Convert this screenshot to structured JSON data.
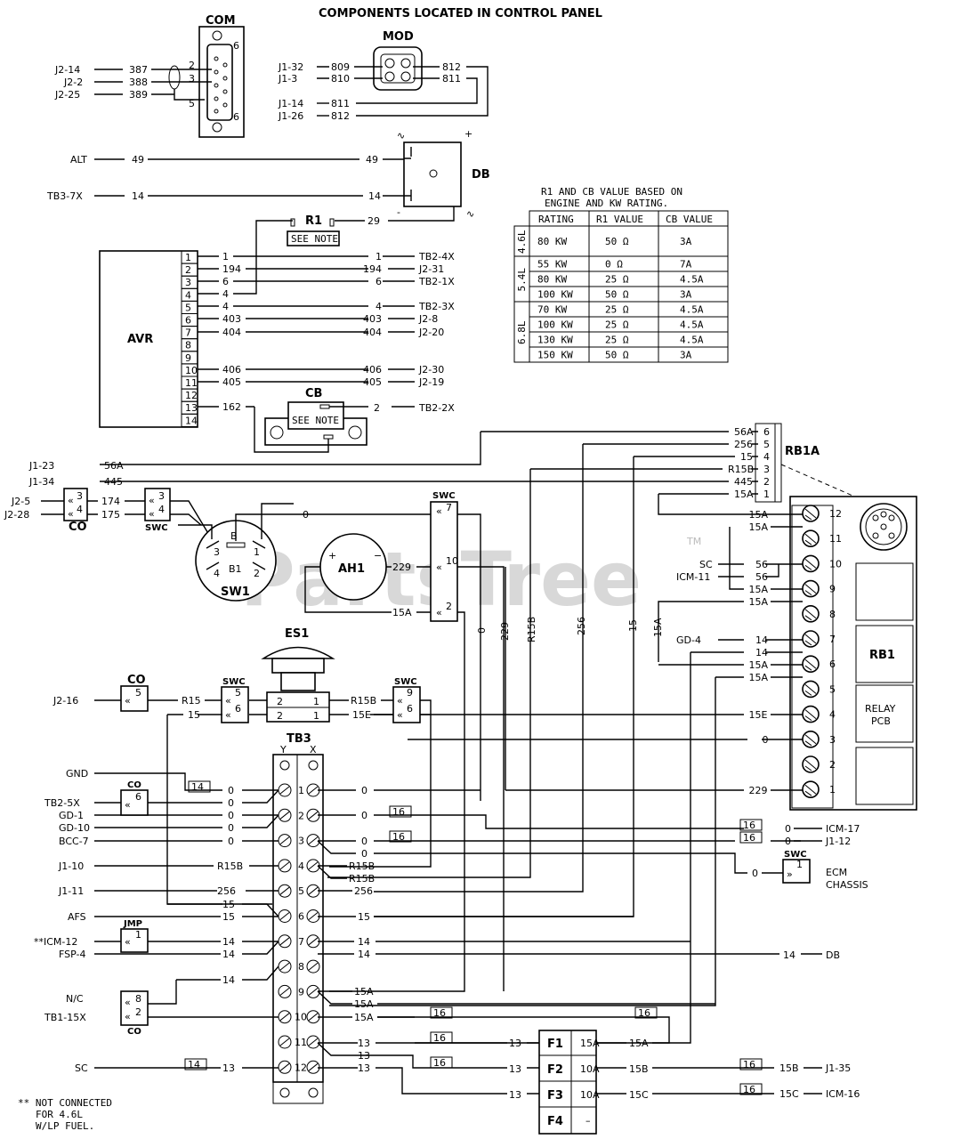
{
  "title": "COMPONENTS LOCATED IN CONTROL PANEL",
  "watermark": "PartsTree",
  "tm": "TM",
  "com": {
    "label": "COM",
    "pin2": "2",
    "pin3": "3",
    "pin5": "5",
    "pin6": "6",
    "rows": [
      {
        "src": "J2-14",
        "wire": "387"
      },
      {
        "src": "J2-2",
        "wire": "388"
      },
      {
        "src": "J2-25",
        "wire": "389"
      }
    ]
  },
  "mod": {
    "label": "MOD",
    "rows": [
      {
        "src": "J1-32",
        "wire": "809",
        "out": "812"
      },
      {
        "src": "J1-3",
        "wire": "810",
        "out": "811"
      },
      {
        "src": "J1-14",
        "wire": "811"
      },
      {
        "src": "J1-26",
        "wire": "812"
      }
    ]
  },
  "db": {
    "label": "DB",
    "alt": "ALT",
    "w49": "49",
    "tb": "TB3-7X",
    "w14": "14",
    "w29": "29",
    "plus": "+",
    "minus": "-"
  },
  "r1": {
    "label": "R1",
    "note": "SEE NOTE"
  },
  "cb": {
    "label": "CB",
    "note": "SEE NOTE",
    "w2": "2",
    "dest": "TB2-2X"
  },
  "avr": {
    "label": "AVR",
    "pins": [
      "1",
      "2",
      "3",
      "4",
      "5",
      "6",
      "7",
      "8",
      "9",
      "10",
      "11",
      "12",
      "13",
      "14"
    ],
    "rows": [
      {
        "pin": "1",
        "a": "1",
        "b": "1",
        "dest": "TB2-4X"
      },
      {
        "pin": "2",
        "a": "194",
        "b": "194",
        "dest": "J2-31"
      },
      {
        "pin": "3",
        "a": "6",
        "b": "6",
        "dest": "TB2-1X"
      },
      {
        "pin": "4",
        "a": "4",
        "b": "",
        "dest": ""
      },
      {
        "pin": "5",
        "a": "4",
        "b": "4",
        "dest": "TB2-3X"
      },
      {
        "pin": "6",
        "a": "403",
        "b": "403",
        "dest": "J2-8"
      },
      {
        "pin": "7",
        "a": "404",
        "b": "404",
        "dest": "J2-20"
      },
      {
        "pin": "10",
        "a": "406",
        "b": "406",
        "dest": "J2-30"
      },
      {
        "pin": "11",
        "a": "405",
        "b": "405",
        "dest": "J2-19"
      },
      {
        "pin": "13",
        "a": "162",
        "b": "",
        "dest": ""
      }
    ]
  },
  "rating_table": {
    "caption1": "R1 AND CB VALUE BASED ON",
    "caption2": "ENGINE AND KW RATING.",
    "headers": [
      "RATING",
      "R1 VALUE",
      "CB VALUE"
    ],
    "groups": [
      {
        "engine": "4.6L",
        "rows": [
          [
            "80 KW",
            "50 Ω",
            "3A"
          ]
        ]
      },
      {
        "engine": "5.4L",
        "rows": [
          [
            "55 KW",
            "0 Ω",
            "7A"
          ],
          [
            "80 KW",
            "25 Ω",
            "4.5A"
          ],
          [
            "100 KW",
            "50 Ω",
            "3A"
          ]
        ]
      },
      {
        "engine": "6.8L",
        "rows": [
          [
            "70 KW",
            "25 Ω",
            "4.5A"
          ],
          [
            "100 KW",
            "25 Ω",
            "4.5A"
          ],
          [
            "130 KW",
            "25 Ω",
            "4.5A"
          ],
          [
            "150 KW",
            "50 Ω",
            "3A"
          ]
        ]
      }
    ]
  },
  "rb1a": {
    "label": "RB1A",
    "rows": [
      {
        "wire": "56A",
        "pin": "6"
      },
      {
        "wire": "256",
        "pin": "5"
      },
      {
        "wire": "15",
        "pin": "4"
      },
      {
        "wire": "R15B",
        "pin": "3"
      },
      {
        "wire": "445",
        "pin": "2"
      },
      {
        "wire": "15A",
        "pin": "1"
      }
    ]
  },
  "left_signals": [
    {
      "src": "J1-23",
      "wire": "56A"
    },
    {
      "src": "J1-34",
      "wire": "445"
    },
    {
      "src": "J2-5",
      "wire": "174",
      "pin": "3"
    },
    {
      "src": "J2-28",
      "wire": "175",
      "pin": "4"
    }
  ],
  "co_label": "CO",
  "swc_label": "SWC",
  "swc_pins": [
    "3",
    "4"
  ],
  "sw1": {
    "label": "SW1",
    "b": "B",
    "b1": "B1",
    "p1": "1",
    "p2": "2",
    "p3": "3",
    "p4": "4",
    "w0": "0"
  },
  "ah1": {
    "label": "AH1",
    "plus": "+",
    "minus": "−",
    "w229": "229",
    "w15a": "15A"
  },
  "swc_top": {
    "label": "SWC",
    "pins": [
      "7",
      "10",
      "2"
    ]
  },
  "verticals": [
    "0",
    "229",
    "R15B",
    "256",
    "15",
    "15A"
  ],
  "relay_strip": {
    "pins": [
      "12",
      "11",
      "10",
      "9",
      "8",
      "7",
      "6",
      "5",
      "4",
      "3",
      "2",
      "1"
    ],
    "left": [
      {
        "wire": "15A",
        "pin": "12"
      },
      {
        "wire": "15A",
        "pin": "11"
      },
      {
        "src": "SC",
        "wire": "56",
        "pin": "10"
      },
      {
        "src": "ICM-11",
        "wire": "56",
        "pin": "10"
      },
      {
        "wire": "15A",
        "pin": "9"
      },
      {
        "wire": "15A",
        "pin": "9"
      },
      {
        "src": "GD-4",
        "wire": "14",
        "pin": "7"
      },
      {
        "wire": "14",
        "pin": "7"
      },
      {
        "wire": "15A",
        "pin": "6"
      },
      {
        "wire": "15A",
        "pin": "6"
      },
      {
        "wire": "15E",
        "pin": "4"
      },
      {
        "wire": "0",
        "pin": "3"
      },
      {
        "wire": "229",
        "pin": "1"
      }
    ],
    "rb1": "RB1",
    "relay": "RELAY",
    "pcb": "PCB"
  },
  "es1": {
    "label": "ES1",
    "co": "CO",
    "co_pin": "5",
    "swc_a": "SWC",
    "swc_a_pins": [
      "5",
      "6"
    ],
    "swc_b": "SWC",
    "swc_b_pins": [
      "9",
      "6"
    ],
    "src": "J2-16",
    "wR15": "R15",
    "w15": "15",
    "wR15B": "R15B",
    "w15E": "15E",
    "p2": "2",
    "p1": "1"
  },
  "tb3": {
    "label": "TB3",
    "y": "Y",
    "x": "X",
    "pins": [
      "1",
      "2",
      "3",
      "4",
      "5",
      "6",
      "7",
      "8",
      "9",
      "10",
      "11",
      "12"
    ],
    "left": [
      {
        "src": "GND",
        "wire": "0",
        "tag": "14"
      },
      {
        "src": "TB2-5X",
        "wire": "0",
        "co": "6"
      },
      {
        "src": "GD-1",
        "wire": "0"
      },
      {
        "src": "GD-10",
        "wire": "0"
      },
      {
        "src": "BCC-7",
        "wire": "0"
      },
      {
        "src": "J1-10",
        "wire": "R15B"
      },
      {
        "src": "J1-11",
        "wire": "256"
      },
      {
        "src": "",
        "wire": "15"
      },
      {
        "src": "AFS",
        "wire": "15"
      },
      {
        "src": "**ICM-12",
        "wire": "14",
        "jmp": "JMP",
        "jmp_pin": "1"
      },
      {
        "src": "FSP-4",
        "wire": "14"
      },
      {
        "src": "",
        "wire": "14"
      },
      {
        "src": "N/C",
        "wire": "",
        "co": "8"
      },
      {
        "src": "TB1-15X",
        "wire": "",
        "co": "2"
      },
      {
        "src": "SC",
        "wire": "13",
        "tag": "14"
      }
    ],
    "right": [
      {
        "pin": "1",
        "wire": "0"
      },
      {
        "pin": "2",
        "wire": "0"
      },
      {
        "pin": "3",
        "wire": "0"
      },
      {
        "pin": "3",
        "wire": "0"
      },
      {
        "pin": "4",
        "wire": "R15B"
      },
      {
        "pin": "4",
        "wire": "R15B"
      },
      {
        "pin": "5",
        "wire": "256"
      },
      {
        "pin": "6",
        "wire": "15"
      },
      {
        "pin": "7",
        "wire": "14"
      },
      {
        "pin": "7",
        "wire": "14"
      },
      {
        "pin": "9",
        "wire": "15A"
      },
      {
        "pin": "9",
        "wire": "15A"
      },
      {
        "pin": "10",
        "wire": "15A"
      },
      {
        "pin": "11",
        "wire": "13"
      },
      {
        "pin": "11",
        "wire": "13"
      },
      {
        "pin": "12",
        "wire": "13"
      }
    ],
    "tags16": "16"
  },
  "far_right": [
    {
      "wire": "0",
      "dest": "ICM-17"
    },
    {
      "wire": "0",
      "dest": "J1-12"
    },
    {
      "wire": "0",
      "dest1": "ECM",
      "dest2": "CHASSIS",
      "swc": "SWC",
      "swc_pin": "1"
    },
    {
      "wire": "14",
      "dest": "DB"
    }
  ],
  "fuses": [
    {
      "id": "F1",
      "rating": "15A",
      "in": "13",
      "out": "15A"
    },
    {
      "id": "F2",
      "rating": "10A",
      "in": "13",
      "out": "15B",
      "wire2": "15B",
      "dest": "J1-35"
    },
    {
      "id": "F3",
      "rating": "10A",
      "in": "13",
      "out": "15C",
      "wire2": "15C",
      "dest": "ICM-16"
    },
    {
      "id": "F4",
      "rating": "–"
    }
  ],
  "footnote": [
    "** NOT CONNECTED",
    "FOR 4.6L",
    "W/LP FUEL."
  ]
}
